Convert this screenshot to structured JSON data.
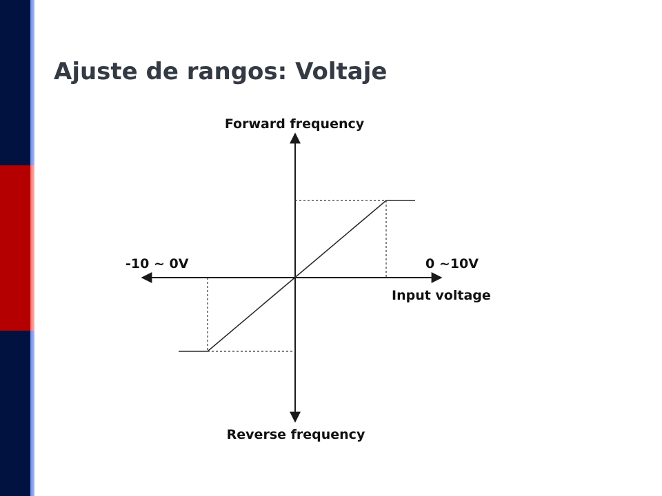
{
  "slide": {
    "title": "Ajuste de rangos: Voltaje",
    "colors": {
      "sidebar_dark": "#021240",
      "sidebar_red": "#b40000",
      "sidebar_edge": "#6f8fe8",
      "title": "#333a44"
    }
  },
  "diagram": {
    "forward_label": "Forward  frequency",
    "reverse_label": "Reverse frequency",
    "negative_range_label": "-10 ~ 0V",
    "positive_range_label": "0 ~10V",
    "x_axis_label": "Input voltage"
  }
}
